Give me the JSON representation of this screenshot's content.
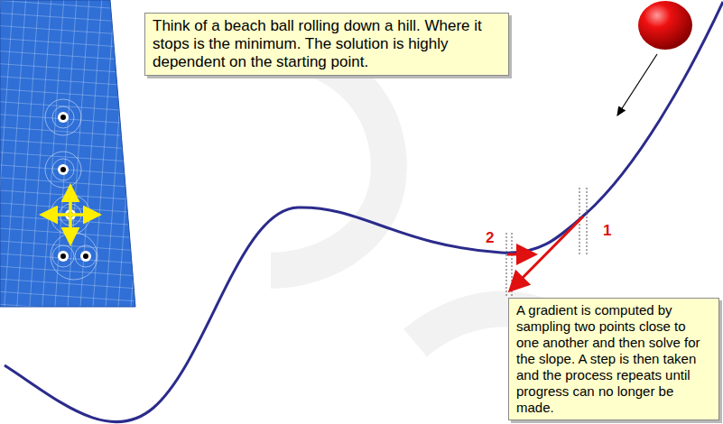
{
  "diagram": {
    "nodes": [
      {
        "text": [
          "Think of a beach ball rolling down a hill. Where it stops is the minimum. The solution is highly dependent on the starting point."
        ]
      },
      {
        "text": [
          "A gradient is computed by sampling two points close to one another and then solve for the slope. A step is then taken and the process repeats until progress can no longer be made."
        ]
      }
    ],
    "labels": [
      "1",
      "2"
    ]
  }
}
